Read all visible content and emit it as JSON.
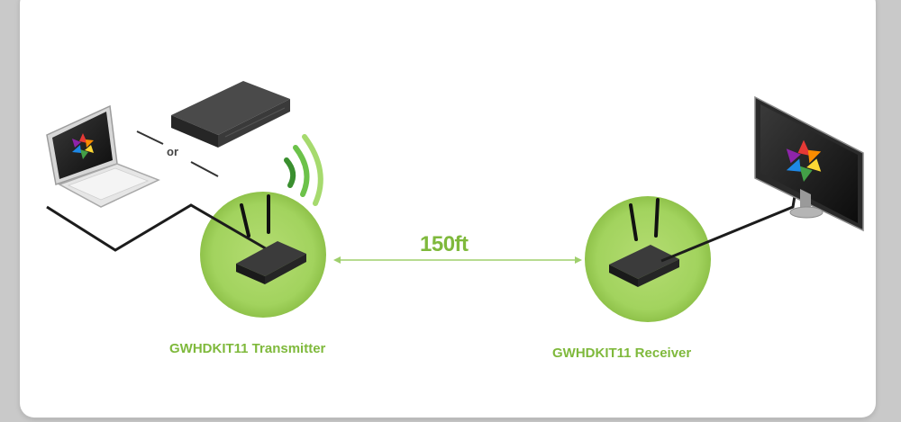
{
  "diagram": {
    "transmitter_label": "GWHDKIT11 Transmitter",
    "receiver_label": "GWHDKIT11 Receiver",
    "distance_label": "150ft",
    "alternative_label": "or"
  },
  "colors": {
    "accent_green": "#7fb93c",
    "circle_green": "#a8d66a",
    "device_dark": "#2b2b2b"
  }
}
